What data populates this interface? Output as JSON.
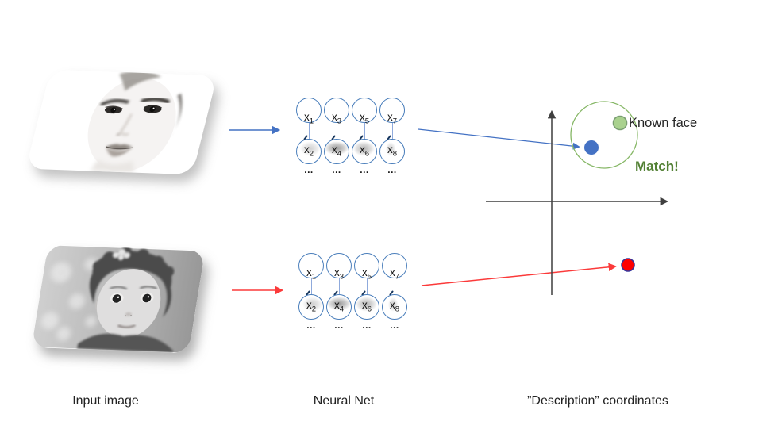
{
  "labels": {
    "input_image": "Input image",
    "neural_net": "Neural Net",
    "description_coordinates": "”Description” coordinates"
  },
  "plot": {
    "known_face": "Known face",
    "match": "Match!"
  },
  "net": {
    "ellipsis": "...",
    "columns": [
      {
        "top_base": "x",
        "top_sub": "1",
        "bottom_base": "x",
        "bottom_sub": "2"
      },
      {
        "top_base": "x",
        "top_sub": "3",
        "bottom_base": "x",
        "bottom_sub": "4"
      },
      {
        "top_base": "x",
        "top_sub": "5",
        "bottom_base": "x",
        "bottom_sub": "6"
      },
      {
        "top_base": "x",
        "top_sub": "7",
        "bottom_base": "x",
        "bottom_sub": "8"
      }
    ]
  },
  "colors": {
    "blue_arrow": "#4472c4",
    "red_arrow": "#fb3a3a",
    "match_point_fill": "#4472c4",
    "known_face_fill": "#a9d18e",
    "known_face_stroke": "#7a9e72",
    "cluster_stroke": "#86b766",
    "mismatch_fill": "#fe0000",
    "mismatch_stroke": "#33339b",
    "axis": "#3f3f3f",
    "match_text": "#538135",
    "node_stroke": "#4a7ebb",
    "connector_line": "#8faadc"
  }
}
